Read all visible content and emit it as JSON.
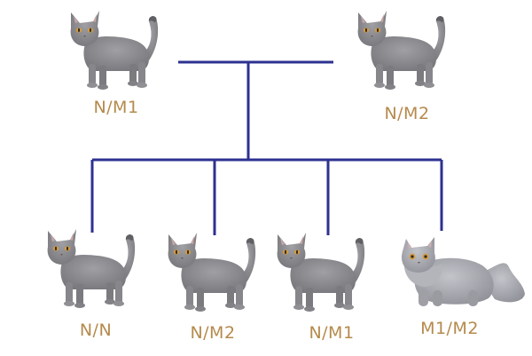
{
  "colors": {
    "line": "#2d3190",
    "label": "#b58a4c",
    "shorthair_fur": "#8d8d91",
    "shorthair_shade": "#6f6f74",
    "longhair_fur": "#a9aab0",
    "eye": "#d79a3a"
  },
  "parents": [
    {
      "genotype": "N/M1",
      "icon": "shorthair-cat-icon"
    },
    {
      "genotype": "N/M2",
      "icon": "shorthair-cat-icon"
    }
  ],
  "offspring": [
    {
      "genotype": "N/N",
      "icon": "shorthair-cat-icon"
    },
    {
      "genotype": "N/M2",
      "icon": "shorthair-cat-icon"
    },
    {
      "genotype": "N/M1",
      "icon": "shorthair-cat-icon"
    },
    {
      "genotype": "M1/M2",
      "icon": "longhair-cat-icon"
    }
  ]
}
